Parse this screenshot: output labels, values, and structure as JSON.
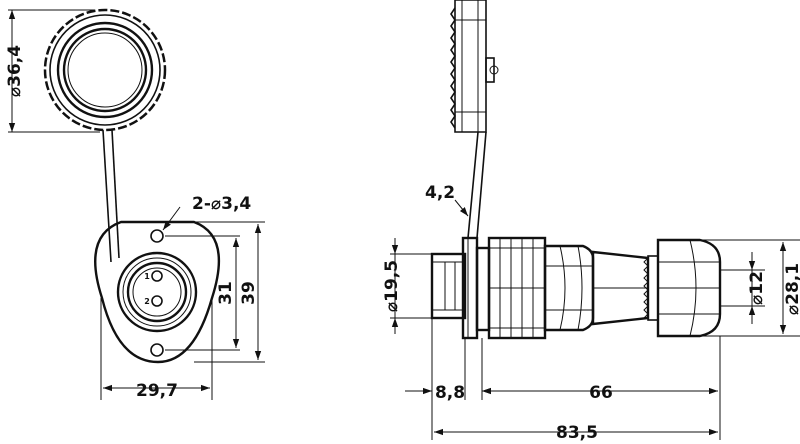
{
  "labels": {
    "cap_diameter": "⌀36,4",
    "mount_holes": "2-⌀3,4",
    "inner_height": "31",
    "outer_height": "39",
    "flange_width": "29,7",
    "thread_diameter": "⌀19,5",
    "flange_thickness": "4,2",
    "body_diameter": "⌀28,1",
    "cable_diameter": "⌀12",
    "front_length": "8,8",
    "rear_length": "66",
    "total_length": "83,5",
    "pin_1": "1",
    "pin_2": "2"
  }
}
